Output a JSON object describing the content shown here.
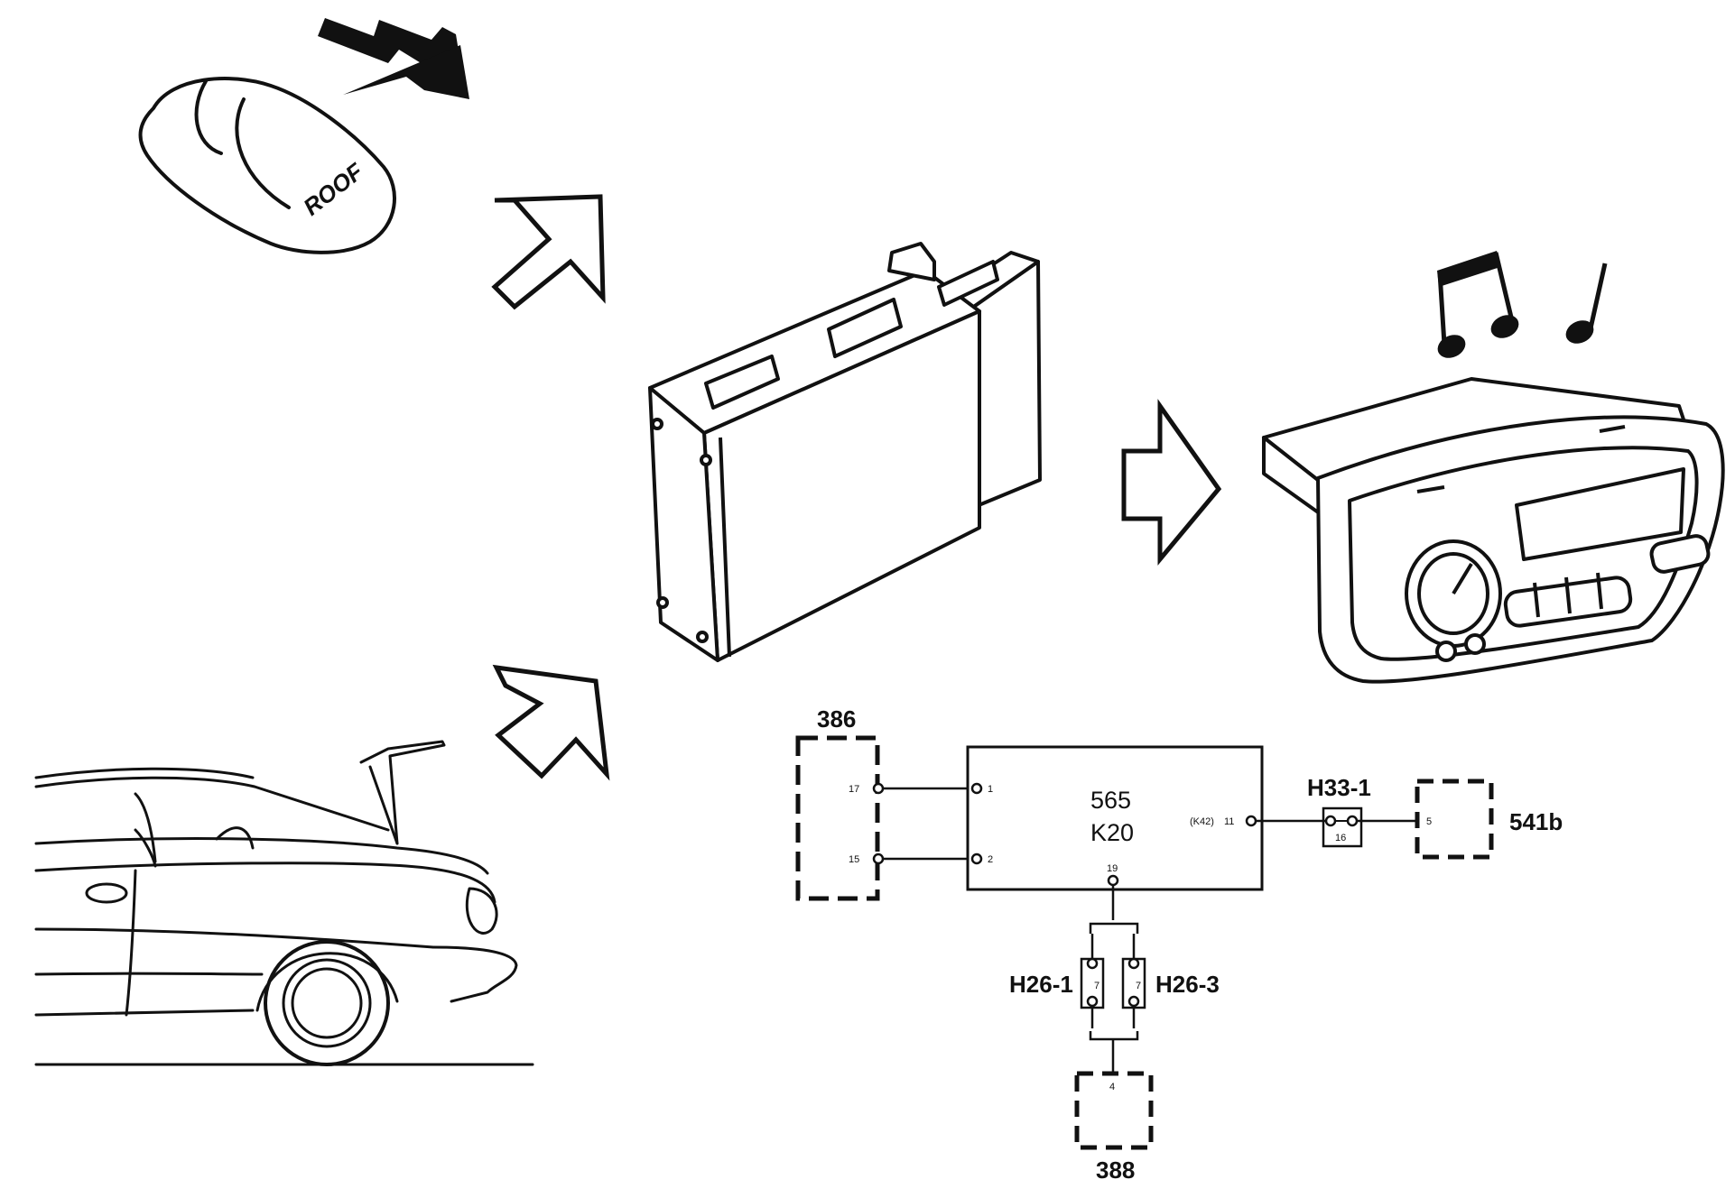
{
  "roof_button": {
    "label": "ROOF"
  },
  "schematic": {
    "control_unit": {
      "id": "565",
      "code": "K20"
    },
    "connector_left": {
      "label": "386",
      "pins": [
        "17",
        "15"
      ]
    },
    "control_unit_pins": {
      "left_top": "1",
      "left_bottom": "2",
      "right_note": "(K42)",
      "right": "11",
      "bottom": "19"
    },
    "splice_right": {
      "label": "H33-1",
      "pin": "16"
    },
    "connector_right": {
      "label": "541b",
      "pin": "5"
    },
    "splice_bottom_left": {
      "label": "H26-1",
      "pin": "7"
    },
    "splice_bottom_right": {
      "label": "H26-3",
      "pin": "7"
    },
    "connector_bottom": {
      "label": "388",
      "pin": "4"
    }
  },
  "colors": {
    "ink": "#111111",
    "background": "#ffffff"
  }
}
